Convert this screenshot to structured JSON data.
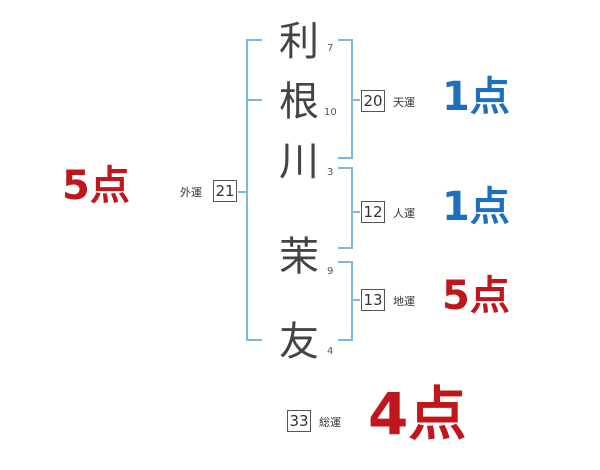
{
  "name_chars": [
    {
      "char": "利",
      "strokes": "7"
    },
    {
      "char": "根",
      "strokes": "10"
    },
    {
      "char": "川",
      "strokes": "3"
    },
    {
      "char": "茉",
      "strokes": "9"
    },
    {
      "char": "友",
      "strokes": "4"
    }
  ],
  "fortunes": {
    "tenkaku": {
      "label": "天運",
      "value": "20",
      "score": "1点"
    },
    "jinkaku": {
      "label": "人運",
      "value": "12",
      "score": "1点"
    },
    "chikaku": {
      "label": "地運",
      "value": "13",
      "score": "5点"
    },
    "gaikaku": {
      "label": "外運",
      "value": "21",
      "score": "5点"
    },
    "soukaku": {
      "label": "総運",
      "value": "33",
      "score": "4点"
    }
  },
  "colors": {
    "bracket": "#7bb8dc",
    "good_score": "#1f6fbf",
    "alt_score": "#c0171d"
  }
}
